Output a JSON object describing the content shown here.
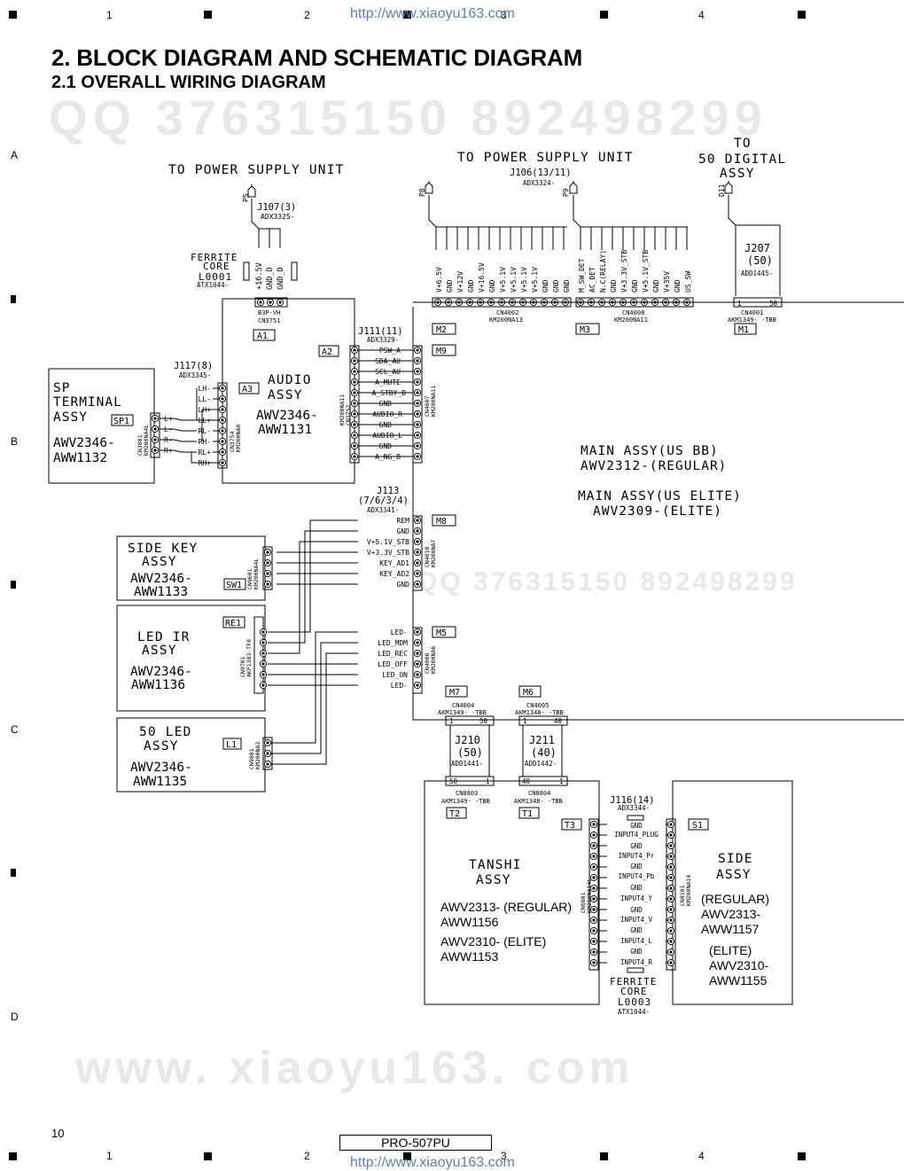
{
  "header": {
    "url": "http://www.xiaoyu163.com",
    "grid_numbers": [
      "1",
      "2",
      "3",
      "4"
    ],
    "row_letters": [
      "A",
      "B",
      "C",
      "D"
    ],
    "title": "2. BLOCK DIAGRAM AND SCHEMATIC DIAGRAM",
    "subtitle": "2.1 OVERALL WIRING DIAGRAM"
  },
  "watermarks": {
    "qq_line": "QQ 376315150    892498299",
    "mid_line": "QQ 376315150  892498299",
    "bottom_url": "www. xiaoyu163. com"
  },
  "footer": {
    "page_number": "10",
    "model": "PRO-507PU",
    "url": "http://www.xiaoyu163.com"
  },
  "diagram": {
    "psu_left": {
      "title": "TO POWER SUPPLY UNIT",
      "plug": "P5",
      "jack": "J107(3)",
      "part": "ADX3325-",
      "pins": [
        "+16.5V",
        "GND_D",
        "GND_D"
      ],
      "ferrite": [
        "FERRITE",
        "CORE",
        "L0001",
        "ATX1044-"
      ],
      "conn": [
        "B3P-VH",
        "CN3751"
      ]
    },
    "psu_right": {
      "title": "TO POWER SUPPLY UNIT",
      "jack": "J106(13/11)",
      "part": "ADX3324-",
      "plug_a": "P8",
      "plug_b": "P9",
      "pins_a": [
        "V+6.5V",
        "GND",
        "V+12V",
        "GND",
        "V+16.5V",
        "V+5.1V",
        "V+5.1V",
        "V+5.1V",
        "V+5.1V",
        "GND",
        "GND",
        "GND",
        "GND"
      ],
      "pins_b": [
        "M_SW_DET",
        "AC_DET",
        "N.C(RELAY)",
        "GND",
        "V+3.3V_STB",
        "GND",
        "V+5.1V_STB",
        "GND",
        "V+35V",
        "GND",
        "US_SW"
      ],
      "cn_a": [
        "CN4002",
        "KM200NA13"
      ],
      "cn_b": [
        "CN4008",
        "KM200NA11"
      ]
    },
    "digital": {
      "title": [
        "TO",
        "50 DIGITAL",
        "ASSY"
      ],
      "plug": "D11",
      "jack": [
        "J207",
        "(50)",
        "ADD1445-"
      ],
      "cn": [
        "CN4001",
        "AKM1349- -TBB"
      ],
      "pin_start": "1",
      "pin_end": "50"
    },
    "markers": {
      "a1": "A1",
      "a2": "A2",
      "a3": "A3",
      "m1": "M1",
      "m2": "M2",
      "m3": "M3",
      "m5": "M5",
      "m6": "M6",
      "m7": "M7",
      "m8": "M8",
      "m9": "M9",
      "sp1": "SP1",
      "sw1": "SW1",
      "re1": "RE1",
      "l1": "L1",
      "t1": "T1",
      "t2": "T2",
      "t3": "T3",
      "s1": "S1"
    },
    "audio": {
      "name": [
        "AUDIO",
        "ASSY"
      ],
      "part": [
        "AWV2346-",
        "AWW1131"
      ],
      "j111": [
        "J111(11)",
        "ADX3329-"
      ],
      "j111_pins": [
        "PSW_A",
        "SDA_AU",
        "SCL_AU",
        "A_MUTE",
        "A_STBY_B",
        "GND",
        "AUDIO_R",
        "GND",
        "AUDIO_L",
        "GND",
        "A_NG_B"
      ],
      "cn_left": [
        "KM200NA11",
        "CN3752"
      ],
      "cn_right": [
        "CN4007",
        "KM200NA11"
      ],
      "j117": [
        "J117(8)",
        "ADX3345-"
      ],
      "j117_pins": [
        "LH-",
        "LL-",
        "LH+",
        "LL+",
        "RL-",
        "RH-",
        "RL+",
        "RH+"
      ],
      "cn3754": [
        "CN3754",
        "KM200NA8"
      ]
    },
    "sp_terminal": {
      "name": [
        "SP",
        "TERMINAL",
        "ASSY"
      ],
      "part": [
        "AWV2346-",
        "AWW1132"
      ],
      "cn": [
        "CN3801",
        "KM200NA4L"
      ],
      "pins": [
        "L+",
        "L-",
        "R-",
        "R+"
      ]
    },
    "main": {
      "lines": [
        "MAIN ASSY(US BB)",
        "AWV2312-(REGULAR)",
        "MAIN ASSY(US ELITE)",
        "AWV2309-(ELITE)"
      ]
    },
    "j113": {
      "title": [
        "J113",
        "(7/6/3/4)",
        "ADX3341-"
      ],
      "pins_m8": [
        "REM",
        "GND",
        "V+5.1V_STB",
        "V+3.3V_STB",
        "KEY_AD1",
        "KEY_AD2",
        "GND"
      ],
      "cn_m8": [
        "CN4010",
        "KM200NA7"
      ],
      "pins_m5": [
        "LED-",
        "LED_MDM",
        "LED_REC",
        "LED_OFF",
        "LED_ON",
        "LED-"
      ],
      "cn_m5": [
        "CN4006",
        "KM200NA6"
      ]
    },
    "side_key": {
      "name": [
        "SIDE KEY",
        "ASSY"
      ],
      "part": [
        "AWV2346-",
        "AWW1133"
      ],
      "cn": [
        "CN9601",
        "KM200NA4L"
      ]
    },
    "led_ir": {
      "name": [
        "LED IR",
        "ASSY"
      ],
      "part": [
        "AWV2346-",
        "AWW1136"
      ],
      "cn": [
        "CN9701",
        "AKP1383-TF8"
      ]
    },
    "led50": {
      "name": [
        "50 LED",
        "ASSY"
      ],
      "part": [
        "AWV2346-",
        "AWW1135"
      ],
      "cn": [
        "CN9801",
        "KM200NA3"
      ]
    },
    "cn4004": {
      "name": [
        "CN4004",
        "AKM1349- -TBB"
      ],
      "pin_a": "1",
      "pin_b": "50"
    },
    "cn4005": {
      "name": [
        "CN4005",
        "AKM1348- -TBB"
      ],
      "pin_a": "1",
      "pin_b": "40"
    },
    "j210": {
      "name": [
        "J210",
        "(50)",
        "ADD1441-"
      ],
      "pin_a": "50",
      "pin_b": "1"
    },
    "j211": {
      "name": [
        "J211",
        "(40)",
        "ADD1442-"
      ],
      "pin_a": "40",
      "pin_b": "1"
    },
    "cn8803": [
      "CN8803",
      "AKM1349- -TBB"
    ],
    "cn8804": [
      "CN8804",
      "AKM1348- -TBB"
    ],
    "tanshi": {
      "name": [
        "TANSHI",
        "ASSY"
      ],
      "regular": [
        "AWV2313- (REGULAR)",
        "AWW1156"
      ],
      "elite": [
        "AWV2310- (ELITE)",
        "AWW1153"
      ],
      "cn": [
        "CN8801",
        "KM200NA14L"
      ]
    },
    "j116": {
      "title": [
        "J116(14)",
        "ADX3344-"
      ],
      "pins": [
        "GND",
        "INPUT4_PLUG",
        "GND",
        "INPUT4_Pr",
        "GND",
        "INPUT4_Pb",
        "GND",
        "INPUT4_Y",
        "GND",
        "INPUT4_V",
        "GND",
        "INPUT4_L",
        "GND",
        "INPUT4_R"
      ],
      "ferrite": [
        "FERRITE",
        "CORE",
        "L0003",
        "ATX1044-"
      ]
    },
    "side": {
      "name": [
        "SIDE",
        "ASSY"
      ],
      "regular": [
        "(REGULAR)",
        "AWV2313-",
        "AWW1157"
      ],
      "elite": [
        "(ELITE)",
        "AWV2310-",
        "AWW1155"
      ],
      "cn": [
        "CN8101",
        "KM200NA14"
      ]
    }
  }
}
